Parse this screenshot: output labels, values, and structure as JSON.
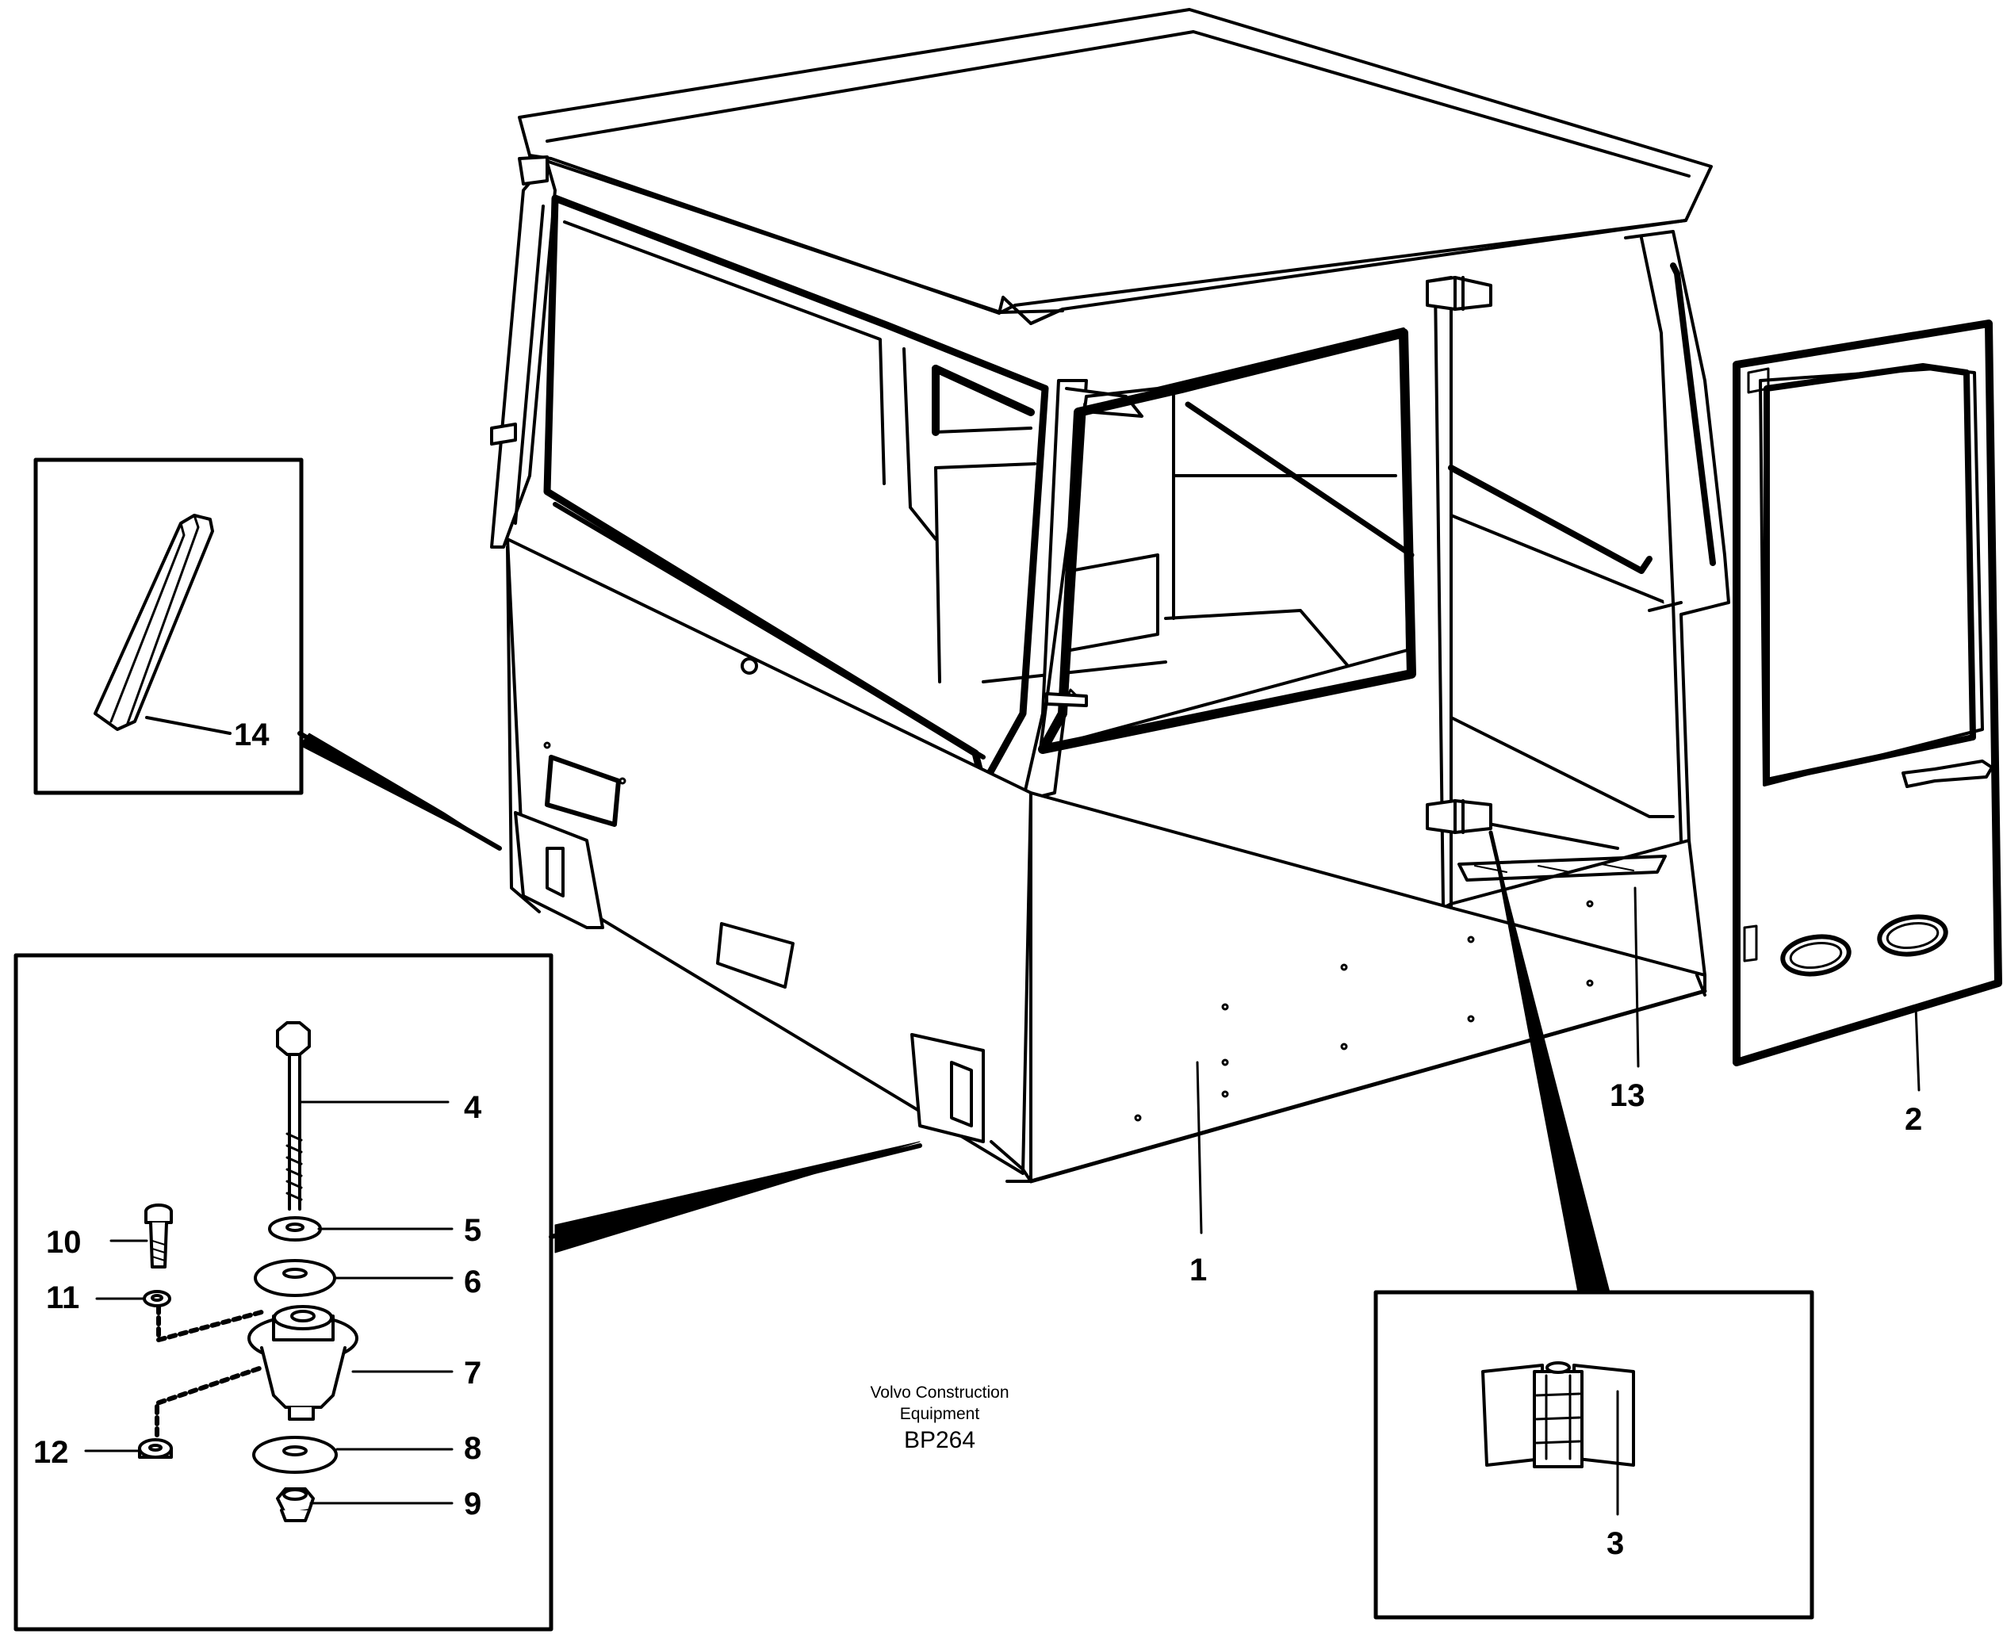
{
  "callouts": {
    "c1": "1",
    "c2": "2",
    "c3": "3",
    "c4": "4",
    "c5": "5",
    "c6": "6",
    "c7": "7",
    "c8": "8",
    "c9": "9",
    "c10": "10",
    "c11": "11",
    "c12": "12",
    "c13": "13",
    "c14": "14"
  },
  "caption": {
    "line1": "Volvo Construction",
    "line2": "Equipment",
    "code": "BP264"
  }
}
